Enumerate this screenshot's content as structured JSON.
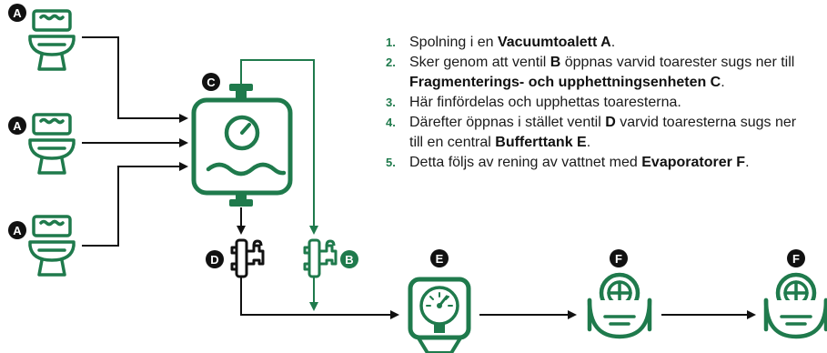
{
  "colors": {
    "green": "#1f7a4c",
    "black": "#111111",
    "text": "#1a1a1a"
  },
  "labels": {
    "toilet": "A",
    "valve_b": "B",
    "fragmentation_unit": "C",
    "valve_d": "D",
    "buffer_tank": "E",
    "evaporator": "F"
  },
  "icons": {
    "toilet": "vacuum-toilet-icon",
    "fragmentation_unit": "fragmentation-unit-icon",
    "valve": "valve-icon",
    "buffer_tank": "buffer-tank-gauge-icon",
    "evaporator": "evaporator-icon"
  },
  "steps": [
    {
      "num": "1.",
      "a": "Spolning i en ",
      "b": "Vacuumtoalett A",
      "c": "."
    },
    {
      "num": "2.",
      "a": "Sker genom att ventil ",
      "b": "B",
      "c": " öppnas varvid toarester sugs ner till",
      "d": "",
      "e": "Fragmenterings- och upphettningsenheten C",
      "f": "."
    },
    {
      "num": "3.",
      "a": "Här finfördelas och upphettas toaresterna."
    },
    {
      "num": "4.",
      "a": "Därefter öppnas i stället ventil ",
      "b": "D",
      "c": " varvid toaresterna sugs ner",
      "d": "till en central ",
      "e": "Bufferttank E",
      "f": "."
    },
    {
      "num": "5.",
      "a": "Detta följs av rening av vattnet med ",
      "b": "Evaporatorer F",
      "c": "."
    }
  ]
}
